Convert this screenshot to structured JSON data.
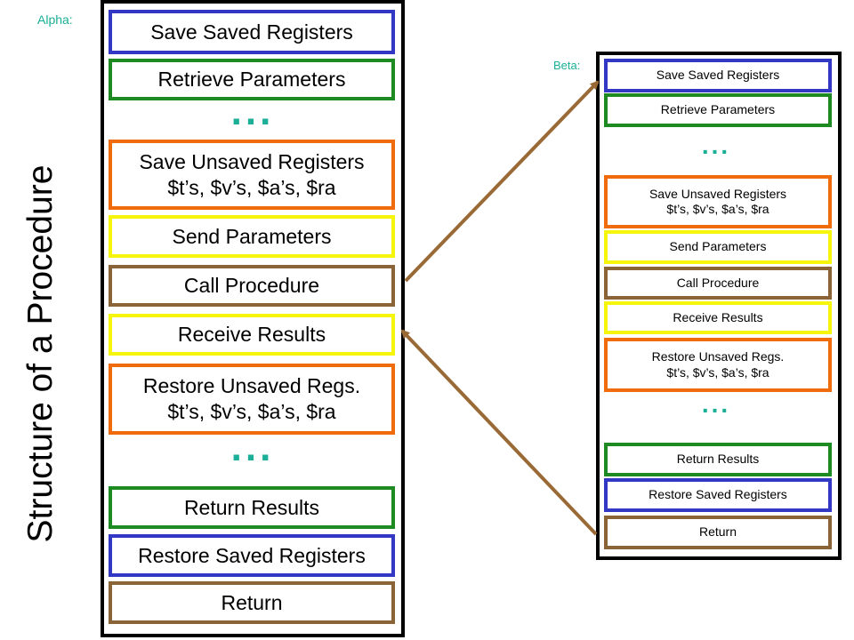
{
  "colors": {
    "blue": "#3338c4",
    "green": "#1e8a22",
    "orange": "#ef6b0c",
    "yellow": "#f6f60c",
    "brown": "#8a6436",
    "teal": "#1aaf96",
    "arrow": "#9a6a36"
  },
  "title": "Structure of a Procedure",
  "alpha": {
    "label": "Alpha:",
    "boxes": [
      {
        "color": "blue",
        "lines": [
          "Save Saved Registers"
        ]
      },
      {
        "color": "green",
        "lines": [
          "Retrieve Parameters"
        ]
      },
      {
        "color": "orange",
        "lines": [
          "Save Unsaved Registers",
          "$t’s, $v’s, $a’s, $ra"
        ]
      },
      {
        "color": "yellow",
        "lines": [
          "Send Parameters"
        ]
      },
      {
        "color": "brown",
        "lines": [
          "Call Procedure"
        ]
      },
      {
        "color": "yellow",
        "lines": [
          "Receive Results"
        ]
      },
      {
        "color": "orange",
        "lines": [
          "Restore Unsaved Regs.",
          "$t’s, $v’s, $a’s, $ra"
        ]
      },
      {
        "color": "green",
        "lines": [
          "Return Results"
        ]
      },
      {
        "color": "blue",
        "lines": [
          "Restore Saved Registers"
        ]
      },
      {
        "color": "brown",
        "lines": [
          "Return"
        ]
      }
    ],
    "ellipsis": "..."
  },
  "beta": {
    "label": "Beta:",
    "boxes": [
      {
        "color": "blue",
        "lines": [
          "Save Saved Registers"
        ]
      },
      {
        "color": "green",
        "lines": [
          "Retrieve Parameters"
        ]
      },
      {
        "color": "orange",
        "lines": [
          "Save Unsaved Registers",
          "$t’s, $v’s, $a’s, $ra"
        ]
      },
      {
        "color": "yellow",
        "lines": [
          "Send Parameters"
        ]
      },
      {
        "color": "brown",
        "lines": [
          "Call Procedure"
        ]
      },
      {
        "color": "yellow",
        "lines": [
          "Receive Results"
        ]
      },
      {
        "color": "orange",
        "lines": [
          "Restore Unsaved Regs.",
          "$t’s, $v’s, $a’s, $ra"
        ]
      },
      {
        "color": "green",
        "lines": [
          "Return Results"
        ]
      },
      {
        "color": "blue",
        "lines": [
          "Restore Saved Registers"
        ]
      },
      {
        "color": "brown",
        "lines": [
          "Return"
        ]
      }
    ],
    "ellipsis": "..."
  }
}
